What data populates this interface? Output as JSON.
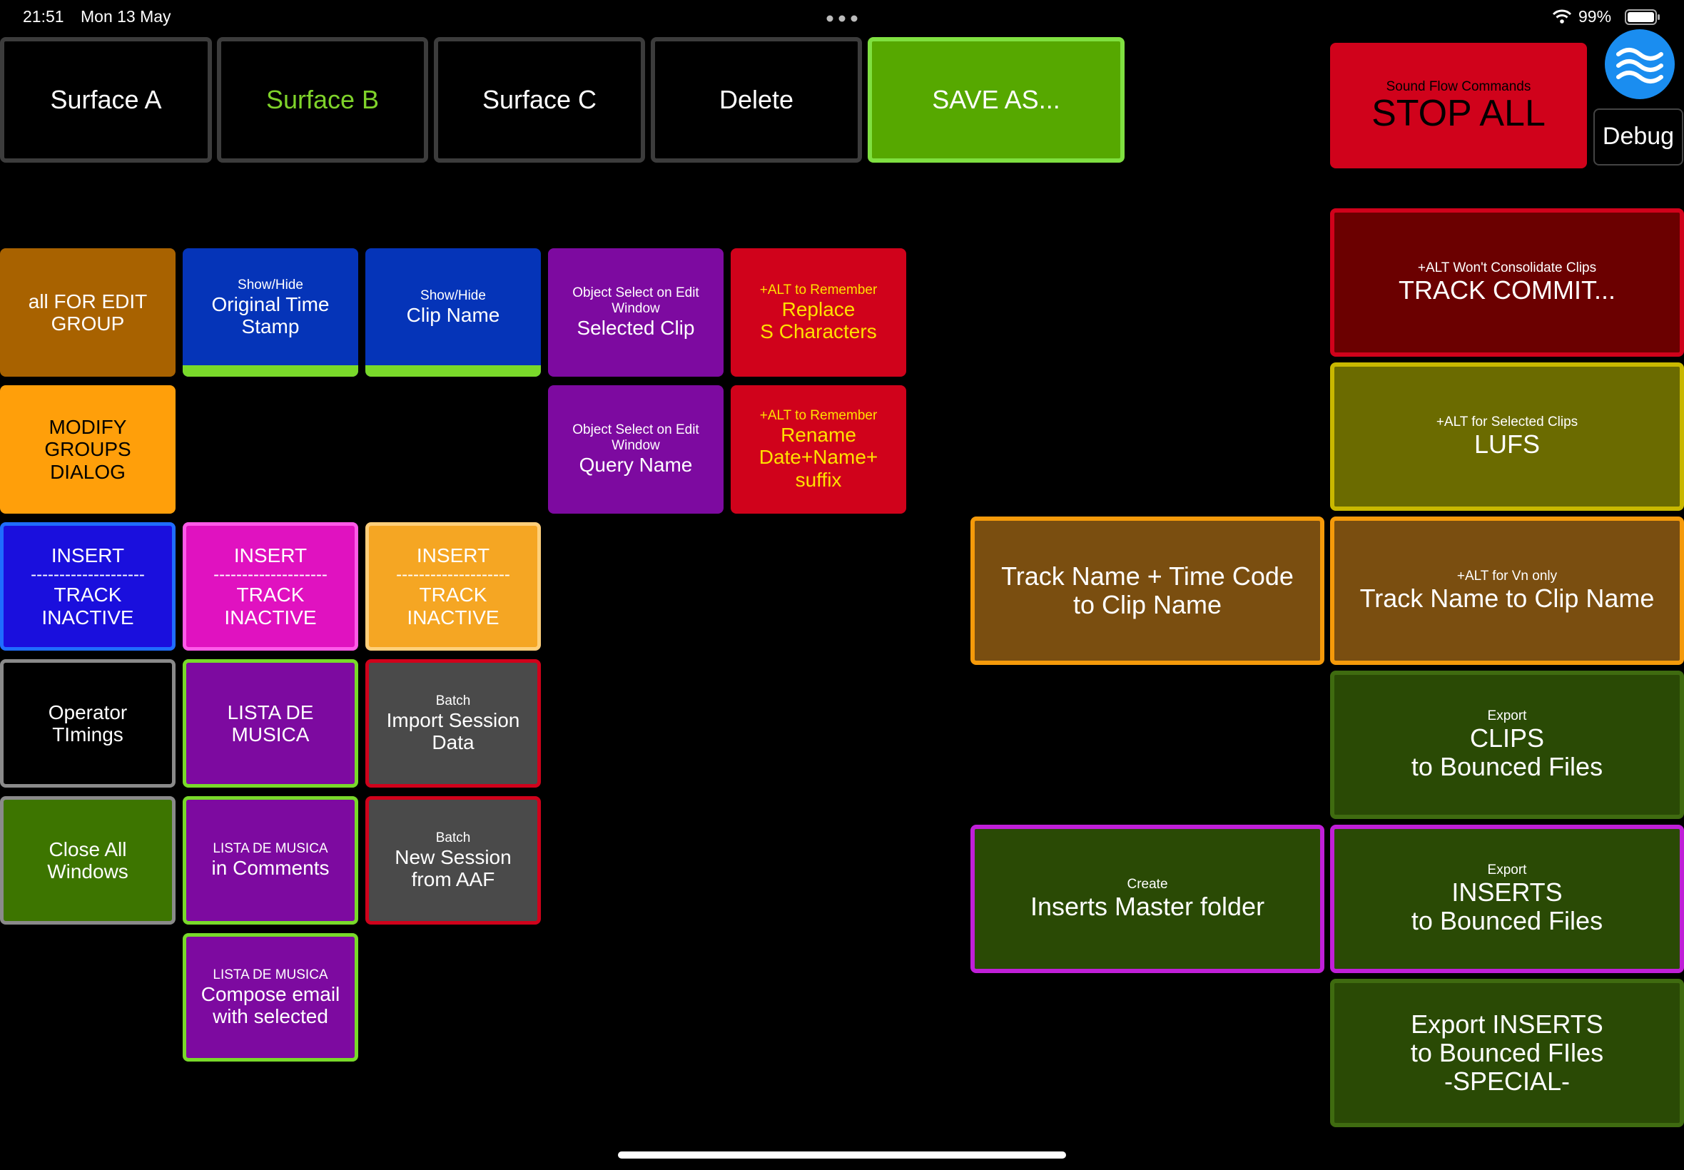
{
  "status_bar": {
    "time": "21:51",
    "date": "Mon 13 May",
    "battery": "99%"
  },
  "top": {
    "surface_a": "Surface  A",
    "surface_b": "Surface  B",
    "surface_c": "Surface  C",
    "delete": "Delete",
    "save_as": "SAVE AS...",
    "stop_sub": "Sound Flow Commands",
    "stop_main": "STOP ALL",
    "debug": "Debug"
  },
  "grid": {
    "all_for_edit": "all FOR EDIT\nGROUP",
    "orig_sub": "Show/Hide",
    "orig_main": "Original Time\nStamp",
    "clipname_sub": "Show/Hide",
    "clipname_main": "Clip Name",
    "objsel_sub": "Object Select on Edit\nWindow",
    "objsel_main": "Selected Clip",
    "replace_sub": "+ALT to Remember",
    "replace_main": "Replace\nS Characters",
    "modify_groups": "MODIFY\nGROUPS\nDIALOG",
    "query_sub": "Object Select on Edit\nWindow",
    "query_main": "Query Name",
    "rename_sub": "+ALT to Remember",
    "rename_main": "Rename\nDate+Name+\nsuffix",
    "insert_blue": {
      "top": "INSERT",
      "dash": "--------------------",
      "bottom": "TRACK\nINACTIVE"
    },
    "insert_pink": {
      "top": "INSERT",
      "dash": "--------------------",
      "bottom": "TRACK\nINACTIVE"
    },
    "insert_orange": {
      "top": "INSERT",
      "dash": "--------------------",
      "bottom": "TRACK\nINACTIVE"
    },
    "operator_timings": "Operator\nTImings",
    "lista_musica": "LISTA DE\nMUSICA",
    "import_sub": "Batch",
    "import_main": "Import Session\nData",
    "close_all": "Close All\nWindows",
    "comments_sub": "LISTA DE MUSICA",
    "comments_main": "in Comments",
    "newsession_sub": "Batch",
    "newsession_main": "New Session\nfrom AAF",
    "compose_sub": "LISTA DE MUSICA",
    "compose_main": "Compose email\nwith selected"
  },
  "right": {
    "commit_sub": "+ALT Won't Consolidate Clips",
    "commit_main": "TRACK COMMIT...",
    "lufs_sub": "+ALT for Selected Clips",
    "lufs_main": "LUFS",
    "tntc_main": "Track Name + Time Code\nto Clip Name",
    "tn_sub": "+ALT for Vn only",
    "tn_main": "Track Name to Clip Name",
    "clips_sub": "Export",
    "clips_main": "CLIPS\nto Bounced Files",
    "master_sub": "Create",
    "master_main": "Inserts Master folder",
    "inserts_sub": "Export",
    "inserts_main": "INSERTS\nto Bounced Files",
    "special_main": "Export INSERTS\nto Bounced FIles\n-SPECIAL-"
  },
  "colors": {
    "surface_b_text": "#7fd32a",
    "save_green": "#56a800",
    "stop_red": "#d0021b",
    "brown": "#a86200",
    "orange": "#ff9f0a",
    "blue": "#0534b8",
    "purple": "#7d0aa0",
    "red": "#d0021b",
    "yellow_text": "#ffe000"
  }
}
